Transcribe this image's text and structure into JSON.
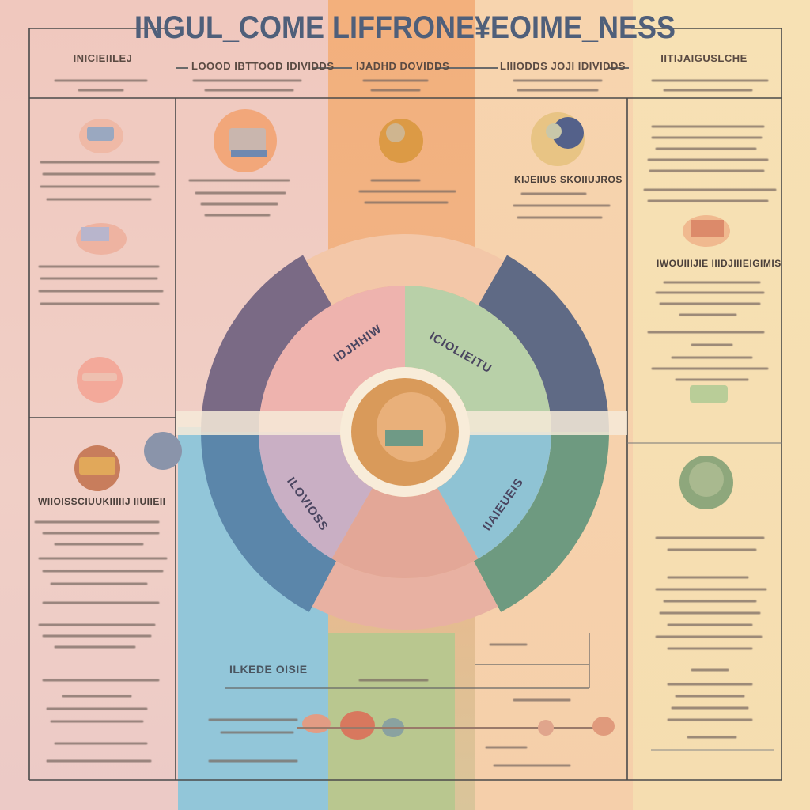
{
  "title": "INGUL_COME LIFFRONE¥EOIME_NESS",
  "headers": {
    "left": "INICIEIILEJ",
    "col1": "LOOOD IBTTOOD IDIVIDDS",
    "col2": "IJADHD DOVIDDS",
    "col3": "LIIIODDS JOJI IDIVIDDS",
    "right": "IITIJAIGUSLCHE"
  },
  "captions": {
    "card3": "KIJEIIUS SKOIIUJROS",
    "right_mid": "IWOUIIIJIE IIIDJIIIEIGIMIS",
    "left_lower": "WIIOISSCIUUKIIIIIJ IIUIIEII",
    "box_bottom": "ILKEDE OISIE"
  },
  "wheel": {
    "segments": [
      {
        "label": "IDJHHIW"
      },
      {
        "label": "ICIOLIEITU"
      },
      {
        "label": "ILOVIOSS"
      },
      {
        "label": "IIAIEUEIS"
      }
    ]
  },
  "colors": {
    "pink": "#ecc3bb",
    "orange": "#efb07e",
    "peach": "#f5ceaa",
    "cream": "#f5e0b0",
    "blue": "#8fc1d6",
    "green": "#6e9a80",
    "slate": "#5f6a85",
    "mauve": "#7a6a85",
    "title": "#4f5f7a"
  }
}
